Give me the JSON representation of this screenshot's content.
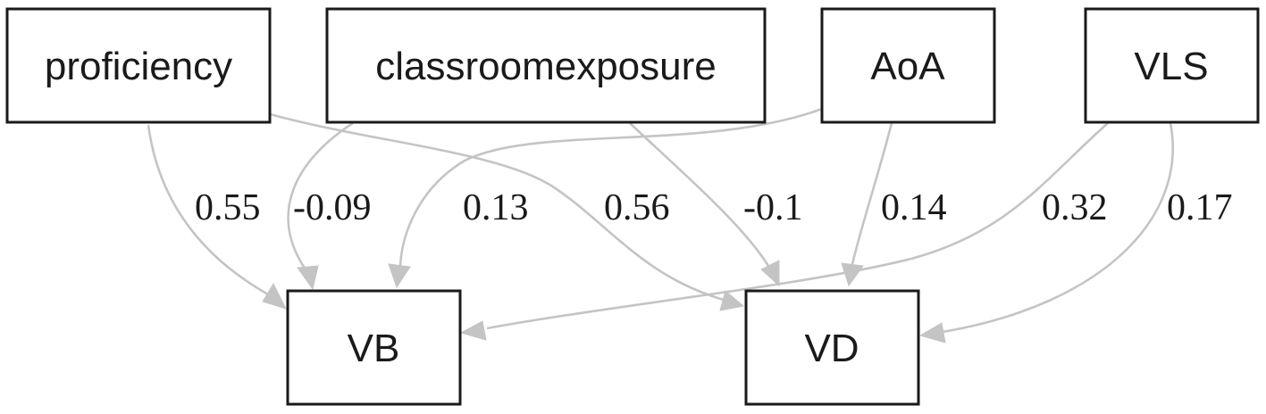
{
  "nodes": {
    "proficiency": "proficiency",
    "classroomexposure": "classroomexposure",
    "aoa": "AoA",
    "vls": "VLS",
    "vb": "VB",
    "vd": "VD"
  },
  "edges": [
    {
      "from": "proficiency",
      "to": "VB",
      "label": "0.55"
    },
    {
      "from": "classroomexposure",
      "to": "VB",
      "label": "-0.09"
    },
    {
      "from": "AoA",
      "to": "VB",
      "label": "0.13"
    },
    {
      "from": "proficiency",
      "to": "VD",
      "label": "0.56"
    },
    {
      "from": "classroomexposure",
      "to": "VD",
      "label": "-0.1"
    },
    {
      "from": "AoA",
      "to": "VD",
      "label": "0.14"
    },
    {
      "from": "VLS",
      "to": "VB",
      "label": "0.32"
    },
    {
      "from": "VLS",
      "to": "VD",
      "label": "0.17"
    }
  ],
  "colors": {
    "edge": "#c4c4c4",
    "node_border": "#1a1a1a",
    "text": "#1a1a1a",
    "background": "#ffffff"
  }
}
